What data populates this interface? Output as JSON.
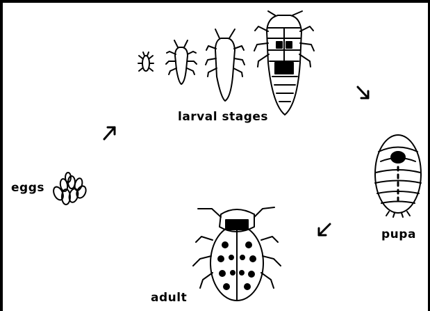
{
  "labels": {
    "eggs": "eggs",
    "larval": "larval stages",
    "pupa": "pupa",
    "adult": "adult"
  },
  "colors": {
    "ink": "#000000",
    "paper": "#ffffff"
  },
  "stages": [
    "eggs",
    "larval stages",
    "pupa",
    "adult"
  ],
  "arrow_icons": [
    "arrow-up-right-icon",
    "arrow-down-right-icon",
    "arrow-down-left-icon"
  ]
}
